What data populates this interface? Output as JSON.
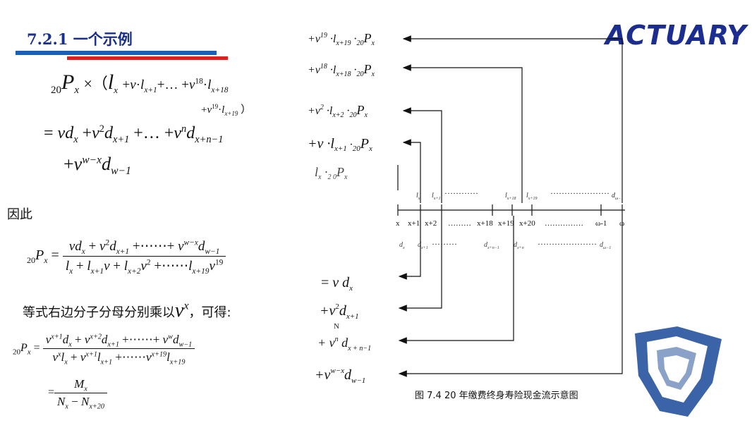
{
  "header": {
    "section_title": "7.2.1 一个示例",
    "brand": "ACTUARY"
  },
  "formulas": {
    "eq1_line1": "20Px ×（lx +v·lx+1+… +v18·lx+18",
    "eq1_line2": "+v19·lx+19 ）",
    "eq2_line1": "= vdx +v2dx+1 +… +vndx+n−1",
    "eq2_line2": "+vw−xdw−1",
    "therefore": "因此",
    "multiply_text": "等式右边分子分母分别乘以",
    "multiply_var": "v^x",
    "can_get": "，可得:"
  },
  "diagram": {
    "timeline_labels": [
      "x",
      "x+1",
      "x+2",
      "x+18",
      "x+19",
      "x+20",
      "ω-1",
      "ω"
    ],
    "dots": "…………",
    "premium_labels": [
      "lx",
      "lx+1",
      "lx+18",
      "lx+19",
      "dω−1"
    ],
    "death_labels": [
      "dx",
      "dx+1",
      "dx+n−1",
      "dx+n",
      "dω−1"
    ],
    "stray_char": "N",
    "caption": "图 7.4   20 年缴费终身寿险现金流示意图"
  },
  "colors": {
    "title": "#1a2f8a",
    "brand": "#1b2d8e",
    "bar_blue": "#1a5fb8",
    "bar_red": "#e31c1c",
    "logo": "#3b63a8"
  }
}
